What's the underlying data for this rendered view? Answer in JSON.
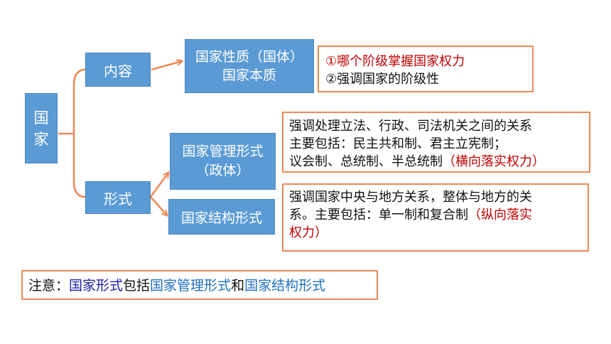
{
  "root": {
    "line1": "国",
    "line2": "家"
  },
  "content_node": {
    "label": "内容"
  },
  "form_node": {
    "label": "形式"
  },
  "nature_node": {
    "line1": "国家性质（国体）",
    "line2": "国家本质"
  },
  "govt_form_node": {
    "line1": "国家管理形式",
    "line2": "（政体）"
  },
  "struct_form_node": {
    "label": "国家结构形式"
  },
  "nature_note": {
    "line1": "①哪个阶级掌握国家权力",
    "line2": "②强调国家的阶级性"
  },
  "govt_note": {
    "line1": "强调处理立法、行政、司法机关之间的关系",
    "line2": "主要包括：民主共和制、君主立宪制；",
    "line3_prefix": "议会制、总统制、半总统制",
    "line3_highlight": "（横向落实权力）"
  },
  "struct_note": {
    "line1": "强调国家中央与地方关系，整体与地方的关",
    "line2_prefix": "系。主要包括：单一制和复合制",
    "line2_highlight": "（纵向落实",
    "line3_highlight": "权力）"
  },
  "footer_note": {
    "prefix": "注意：",
    "term1": "国家形式",
    "mid1": "包括",
    "term2": "国家管理形式",
    "mid2": "和",
    "term3": "国家结构形式"
  },
  "colors": {
    "node_fill": "#5b9bd5",
    "connector": "#ef8a55",
    "highlight_red": "#c00000",
    "term_navy": "#1f1fa8",
    "term_blue": "#1f6fc0"
  }
}
